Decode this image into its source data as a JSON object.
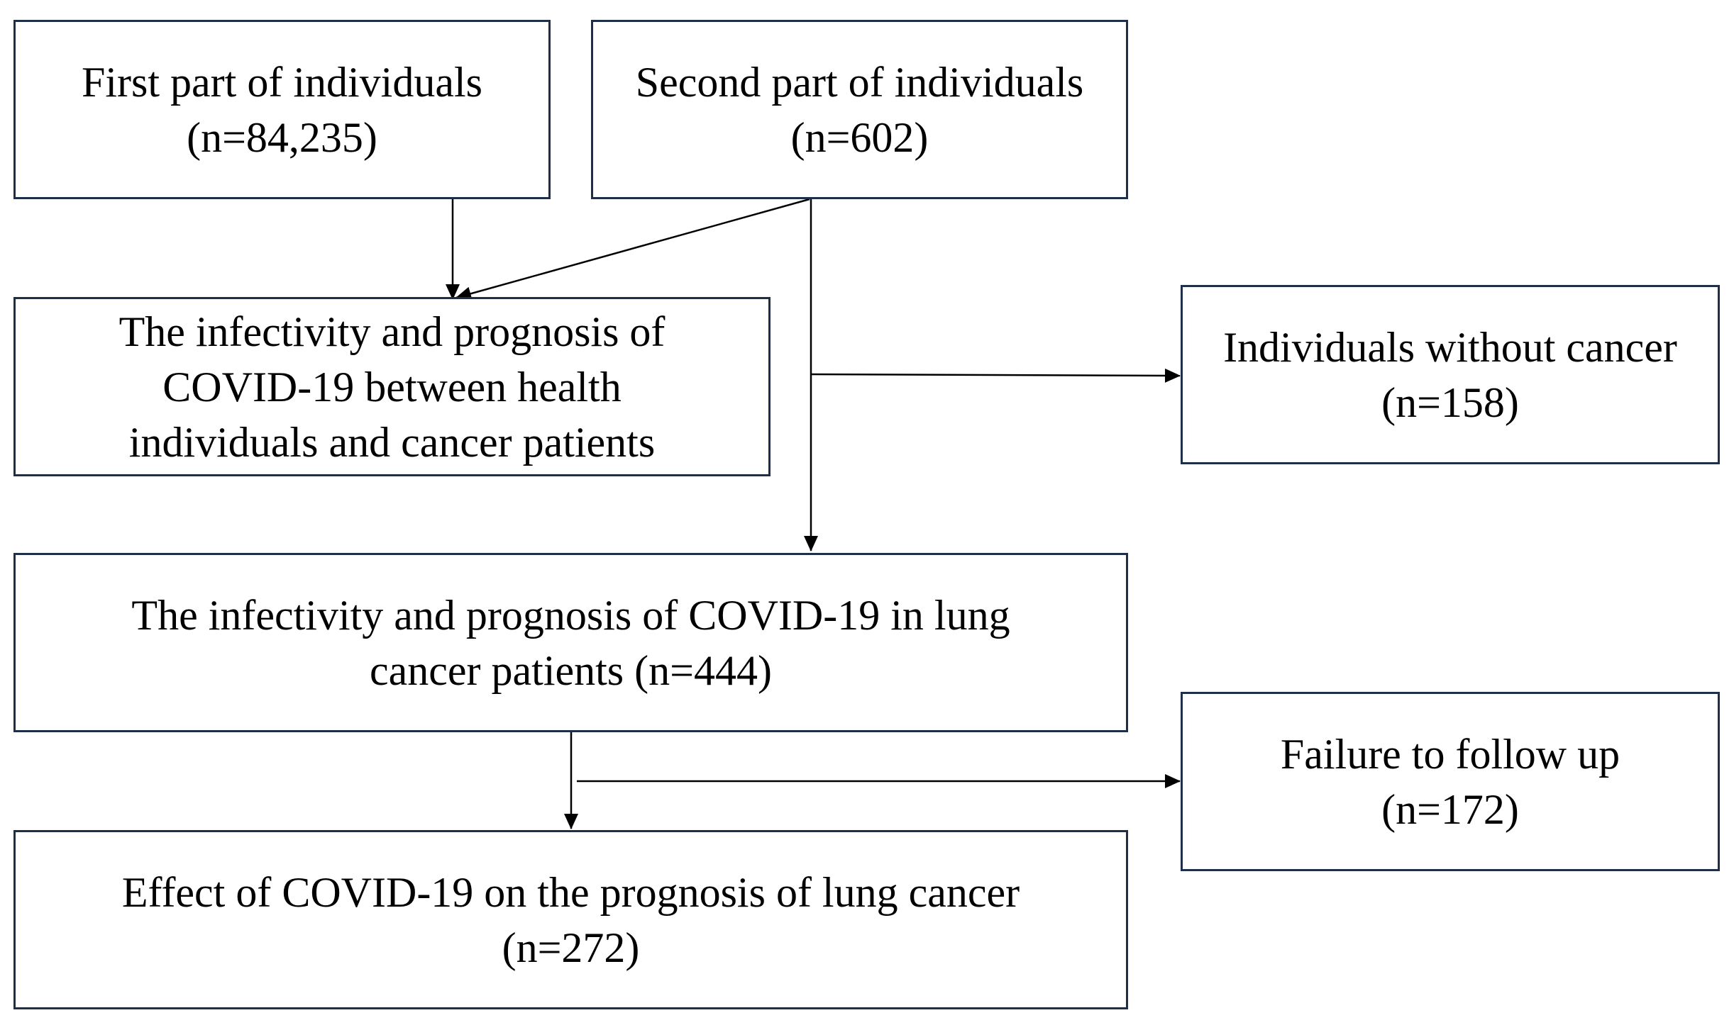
{
  "nodes": {
    "first_part": {
      "line1": "First part of individuals",
      "line2": "(n=84,235)"
    },
    "second_part": {
      "line1": "Second part of individuals",
      "line2": "(n=602)"
    },
    "health_vs_cancer": {
      "line1": "The infectivity and prognosis of",
      "line2": "COVID-19 between health",
      "line3": "individuals and cancer patients"
    },
    "without_cancer": {
      "line1": "Individuals without cancer",
      "line2": "(n=158)"
    },
    "lung_cancer": {
      "line1": "The infectivity and prognosis of COVID-19 in lung",
      "line2": "cancer patients (n=444)"
    },
    "failure_follow_up": {
      "line1": "Failure to follow up",
      "line2": "(n=172)"
    },
    "effect": {
      "line1": "Effect of COVID-19 on the prognosis of lung cancer",
      "line2": "(n=272)"
    }
  },
  "edges": [
    {
      "from": "first_part",
      "to": "health_vs_cancer"
    },
    {
      "from": "second_part",
      "to": "health_vs_cancer"
    },
    {
      "from": "second_part",
      "to": "without_cancer"
    },
    {
      "from": "second_part",
      "to": "lung_cancer"
    },
    {
      "from": "lung_cancer",
      "to": "failure_follow_up"
    },
    {
      "from": "lung_cancer",
      "to": "effect"
    }
  ],
  "colors": {
    "box_border": "#1f2f4a",
    "arrow": "#000000",
    "background": "#ffffff"
  }
}
